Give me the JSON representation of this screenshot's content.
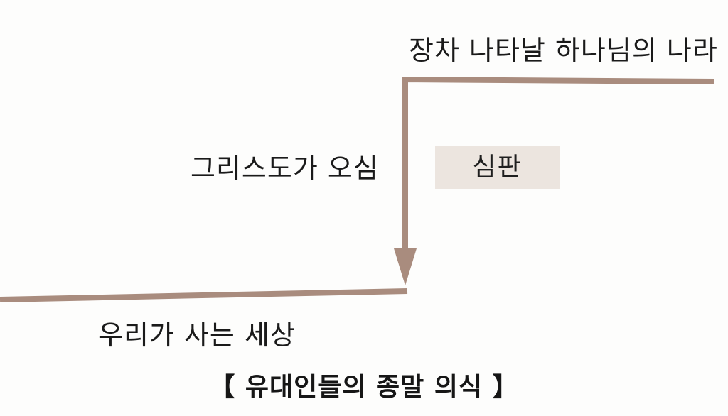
{
  "labels": {
    "future": "장차 나타날 하나님의 나라",
    "coming": "그리스도가 오심",
    "present": "우리가 사는 세상",
    "judgment": "심판"
  },
  "caption": {
    "open": "【",
    "text": "유대인들의 종말 의식",
    "close": "】"
  },
  "colors": {
    "line": "#a98c7e",
    "judgment_bg": "#ece5df"
  }
}
